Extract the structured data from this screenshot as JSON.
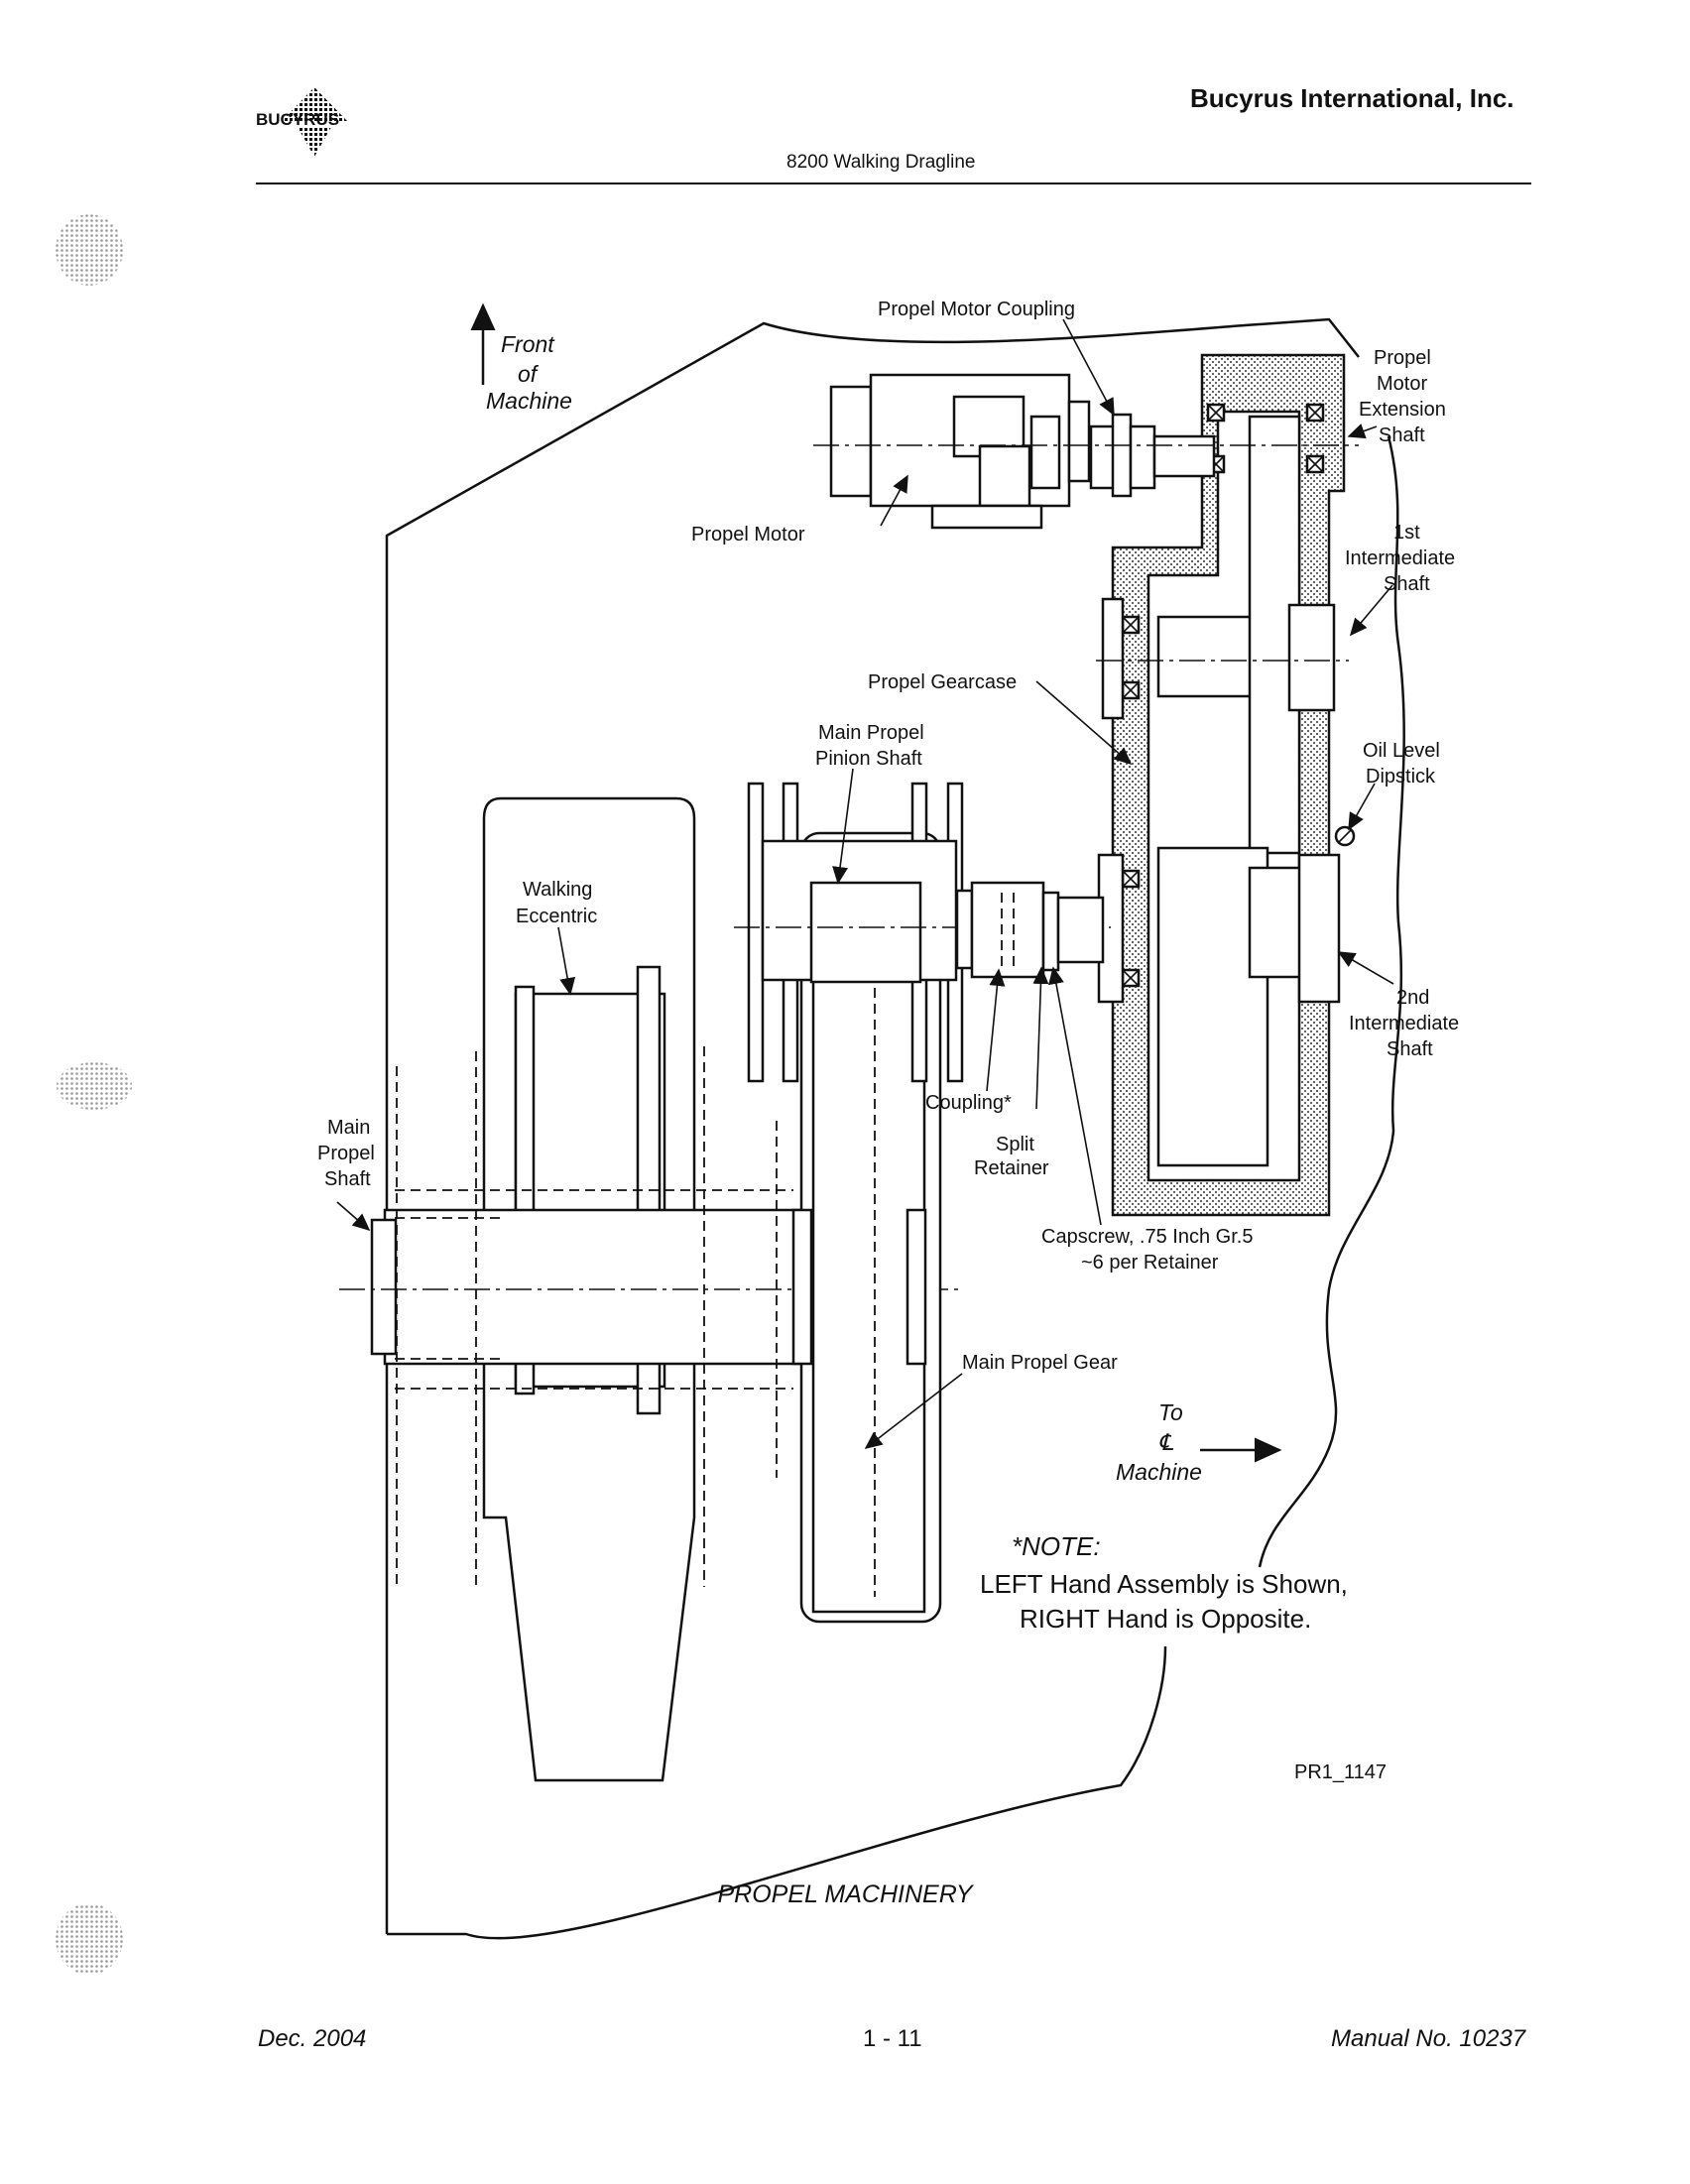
{
  "header": {
    "company": "Bucyrus International, Inc.",
    "subtitle": "8200 Walking Dragline",
    "logo_text": "BUCYRUS"
  },
  "diagram": {
    "labels": {
      "front_1": "Front",
      "front_2": "of",
      "front_3": "Machine",
      "motor_coupling": "Propel Motor Coupling",
      "ext_shaft_1": "Propel",
      "ext_shaft_2": "Motor",
      "ext_shaft_3": "Extension",
      "ext_shaft_4": "Shaft",
      "propel_motor": "Propel Motor",
      "first_int_1": "1st",
      "first_int_2": "Intermediate",
      "first_int_3": "Shaft",
      "gearcase": "Propel Gearcase",
      "pinion_1": "Main Propel",
      "pinion_2": "Pinion Shaft",
      "dipstick_1": "Oil Level",
      "dipstick_2": "Dipstick",
      "eccentric_1": "Walking",
      "eccentric_2": "Eccentric",
      "second_int_1": "2nd",
      "second_int_2": "Intermediate",
      "second_int_3": "Shaft",
      "main_shaft_1": "Main",
      "main_shaft_2": "Propel",
      "main_shaft_3": "Shaft",
      "coupling": "Coupling*",
      "split_1": "Split",
      "split_2": "Retainer",
      "capscrew_1": "Capscrew, .75 Inch Gr.5",
      "capscrew_2": "~6 per Retainer",
      "main_gear": "Main Propel Gear",
      "to_1": "To",
      "to_2": "℄",
      "to_3": "Machine",
      "note_1": "*NOTE:",
      "note_2": "LEFT Hand Assembly is Shown,",
      "note_3": "RIGHT Hand is Opposite.",
      "figure_id": "PR1_1147"
    }
  },
  "caption": "PROPEL MACHINERY",
  "footer": {
    "date": "Dec. 2004",
    "page": "1 - 11",
    "manual": "Manual No. 10237"
  }
}
